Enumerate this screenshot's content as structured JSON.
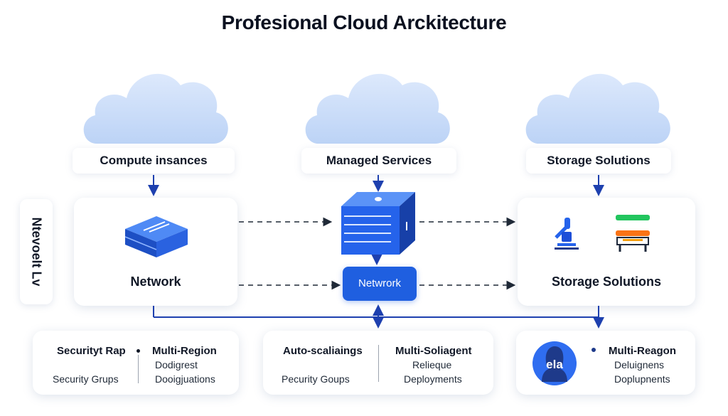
{
  "title": "Profesional Cloud Arckitecture",
  "side_label": "Ntevoelt Lv",
  "colors": {
    "accent": "#1f5fe0",
    "cloud_fill": "#cfe0fa",
    "arrow": "#1e40af",
    "dash": "#1f2937"
  },
  "top_labels": {
    "left": "Compute insances",
    "center": "Managed Services",
    "right": "Storage Solutions"
  },
  "cards": {
    "left_label": "Network",
    "right_label": "Storage Solutions"
  },
  "network_button": "Netwrork",
  "bottom": {
    "left": {
      "heading_a": "Securityt Rap",
      "heading_b": "Multi-Region",
      "line_a": "Security Grups",
      "line_b1": "Dodigrest",
      "line_b2": "Dooigjuations"
    },
    "center": {
      "heading_a": "Auto-scaliaings",
      "heading_b": "Multi-Soliagent",
      "line_a": "Pecurity Goups",
      "line_b1": "Relieque",
      "line_b2": "Deployments"
    },
    "right": {
      "avatar_text": "ela",
      "heading_b": "Multi-Reagon",
      "line_b1": "Deluignens",
      "line_b2": "Doplupnents"
    }
  }
}
